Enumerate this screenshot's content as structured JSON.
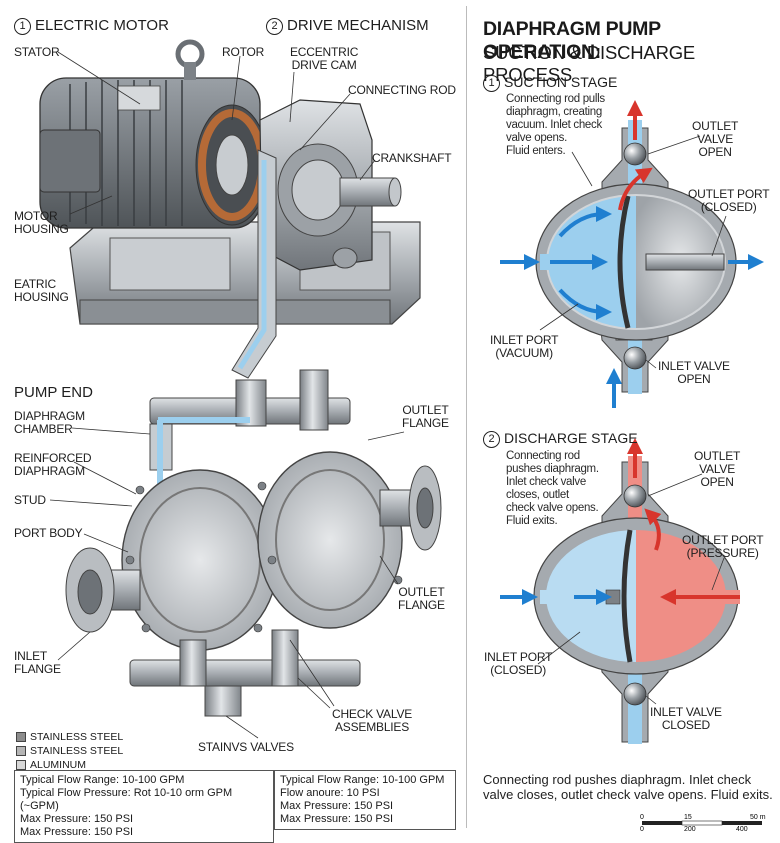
{
  "left": {
    "heading_motor": "ELECTRIC MOTOR",
    "heading_drive": "DRIVE MECHANISM",
    "heading_pump": "PUMP END",
    "num1": "1",
    "num2": "2",
    "labels": {
      "stator": "STATOR",
      "rotor": "ROTOR",
      "eccentric_drive_cam": "ECCENTRIC\nDRIVE CAM",
      "connecting_rod": "CONNECTING ROD",
      "crankshaft": "CRANKSHAFT",
      "motor_housing": "MOTOR\nHOUSING",
      "eatric_housing": "EATRIC\nHOUSING",
      "diaphragm_chamber": "DIAPHRAGM\nCHAMBER",
      "reinforced_diaphragm": "REINFORCED\nDIAPHRAGM",
      "stud": "STUD",
      "port_body": "PORT BODY",
      "outlet_flange_top": "OUTLET\nFLANGE",
      "outlet_flange_bottom": "OUTLET\nFLANGE",
      "inlet_flange": "INLET\nFLANGE",
      "check_valve_assemblies": "CHECK VALVE\nASSEMBLIES",
      "stainvs_valves": "STAINVS VALVES"
    },
    "legend": [
      {
        "label": "STAINLESS STEEL",
        "color": "#8c8c8c"
      },
      {
        "label": "STAINLESS STEEL",
        "color": "#b5b5b5"
      },
      {
        "label": "ALUMINUM",
        "color": "#d8d8d8"
      }
    ],
    "spec_boxes": [
      [
        "Typical Flow Range: 10-100 GPM",
        "Typical Flow Pressure: Rot 10-10 orm GPM (~GPM)",
        "Max Pressure: 150 PSI",
        "Max Pressure: 150 PSI"
      ],
      [
        "Typical Flow Range: 10-100 GPM",
        "Flow anoure: 10 PSI",
        "Max Pressure: 150 PSI",
        "Max Pressure: 150 PSI"
      ]
    ]
  },
  "right": {
    "title_line1": "DIAPHRAGM PUMP OPERATION:",
    "title_line2": "SUCTION & DISCHARGE PROCESS",
    "stage1": {
      "num": "1",
      "heading": "SUCTION STAGE",
      "desc": "Connecting rod pulls\ndiaphragm, creating\nvacuum. Inlet check\nvalve opens.\nFluid enters.",
      "outlet_valve": "OUTLET\nVALVE\nOPEN",
      "outlet_port": "OUTLET PORT\n(CLOSED)",
      "inlet_port": "INLET PORT\n(VACUUM)",
      "inlet_valve": "INLET VALVE\nOPEN"
    },
    "stage2": {
      "num": "2",
      "heading": "DISCHARGE STAGE",
      "desc": "Connecting rod\npushes diaphragm.\nInlet check valve\ncloses, outlet\ncheck valve opens.\nFluid exits.",
      "outlet_valve": "OUTLET\nVALVE\nOPEN",
      "outlet_port": "OUTLET PORT\n(PRESSURE)",
      "inlet_port": "INLET PORT\n(CLOSED)",
      "inlet_valve": "INLET VALVE\nCLOSED"
    },
    "footer": "Connecting rod pushes diaphragm. Inlet check valve closes, outlet check valve opens. Fluid exits.",
    "scale": {
      "t0": "0",
      "t1": "15",
      "t2": "50 m",
      "b0": "0",
      "b1": "200",
      "b2": "400"
    }
  },
  "colors": {
    "metal_dark": "#6f7479",
    "metal": "#a7acb1",
    "metal_light": "#d7dadd",
    "fluid_blue": "#9ccfee",
    "arrow_blue": "#1f7fd0",
    "fluid_red": "#ef8e86",
    "arrow_red": "#d8352c",
    "copper": "#b56a37"
  }
}
